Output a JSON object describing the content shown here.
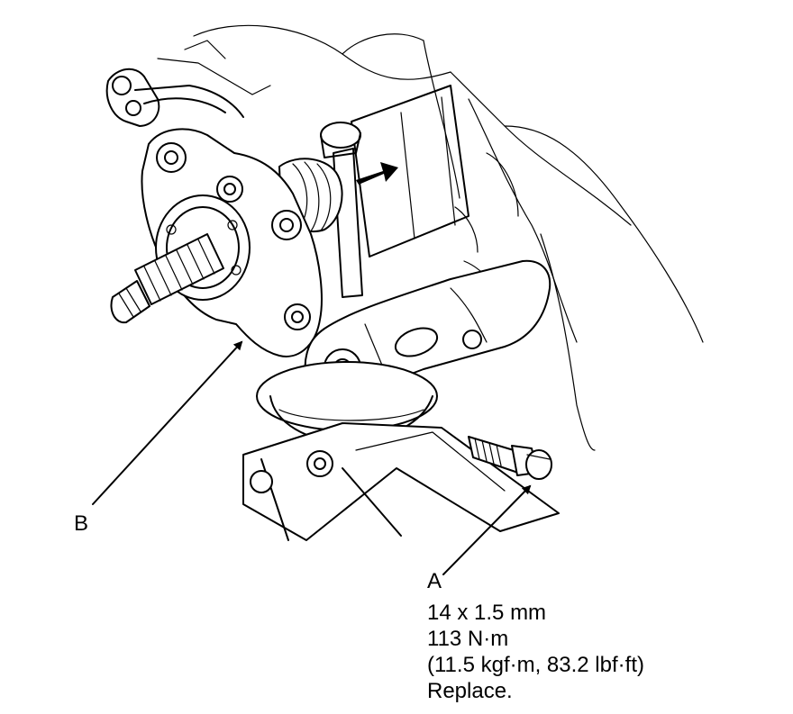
{
  "callouts": {
    "A": {
      "letter": "A",
      "spec_lines": [
        "14 x 1.5 mm",
        "113 N·m",
        "(11.5 kgf·m, 83.2 lbf·ft)",
        "Replace."
      ]
    },
    "B": {
      "letter": "B"
    }
  }
}
